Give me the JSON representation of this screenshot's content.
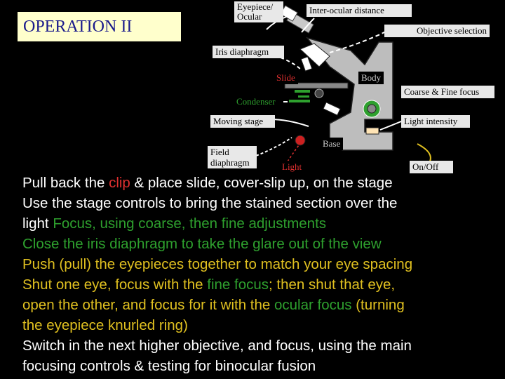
{
  "title": "OPERATION  II",
  "labels": {
    "eyepiece": "Eyepiece/ Ocular",
    "interocular": "Inter-ocular distance",
    "objective": "Objective selection",
    "iris": "Iris diaphragm",
    "slide": "Slide",
    "body": "Body",
    "coarse_fine": "Coarse & Fine focus",
    "condenser": "Condenser",
    "moving_stage": "Moving stage",
    "light_intensity": "Light intensity",
    "base": "Base",
    "field": "Field diaphragm",
    "light": "Light",
    "onoff": "On/Off"
  },
  "colors": {
    "white": "#ffffff",
    "red": "#e03030",
    "green": "#2ea02e",
    "yellow": "#e0c020"
  },
  "instructions": [
    [
      {
        "t": "Pull back the ",
        "c": "white"
      },
      {
        "t": "clip",
        "c": "red"
      },
      {
        "t": " & place  slide, cover-slip up, on the stage",
        "c": "white"
      }
    ],
    [
      {
        "t": "Use the stage controls to bring the stained section over the",
        "c": "white"
      }
    ],
    [
      {
        "t": "light  ",
        "c": "white"
      },
      {
        "t": "Focus,  using coarse, then fine adjustments",
        "c": "green"
      }
    ],
    [
      {
        "t": "Close the iris diaphragm to take the glare out of the view",
        "c": "green"
      }
    ],
    [
      {
        "t": "Push (pull) the eyepieces together to match your eye spacing",
        "c": "yellow"
      }
    ],
    [
      {
        "t": "Shut one eye, focus with the  ",
        "c": "yellow"
      },
      {
        "t": "fine focus",
        "c": "green"
      },
      {
        "t": "; then shut that eye,",
        "c": "yellow"
      }
    ],
    [
      {
        "t": "open the other, and focus for it with the ",
        "c": "yellow"
      },
      {
        "t": "ocular focus",
        "c": "green"
      },
      {
        "t": " (turning",
        "c": "yellow"
      }
    ],
    [
      {
        "t": "the eyepiece knurled ring)",
        "c": "yellow"
      }
    ],
    [
      {
        "t": "Switch in the next higher objective, and focus, using the main",
        "c": "white"
      }
    ],
    [
      {
        "t": "focusing controls & testing for binocular fusion",
        "c": "white"
      }
    ]
  ]
}
